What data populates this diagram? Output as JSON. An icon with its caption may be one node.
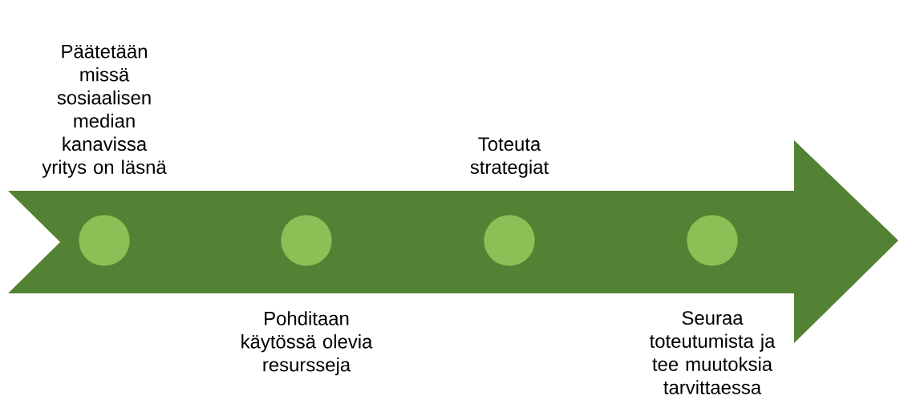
{
  "diagram": {
    "nodes": [
      {
        "text": [],
        "shape": "circle",
        "beside": [
          "Päätetään missä sosiaalisen median kanavissa yritys on läsnä"
        ]
      },
      {
        "text": [],
        "shape": "circle",
        "beside": [
          "Pohditaan käytössä olevia resursseja"
        ]
      },
      {
        "text": [],
        "shape": "circle",
        "beside": [
          "Toteuta strategiat"
        ]
      },
      {
        "text": [],
        "shape": "circle",
        "beside": [
          "Seuraa toteutumista ja tee muutoksia tarvittaessa"
        ]
      }
    ]
  }
}
